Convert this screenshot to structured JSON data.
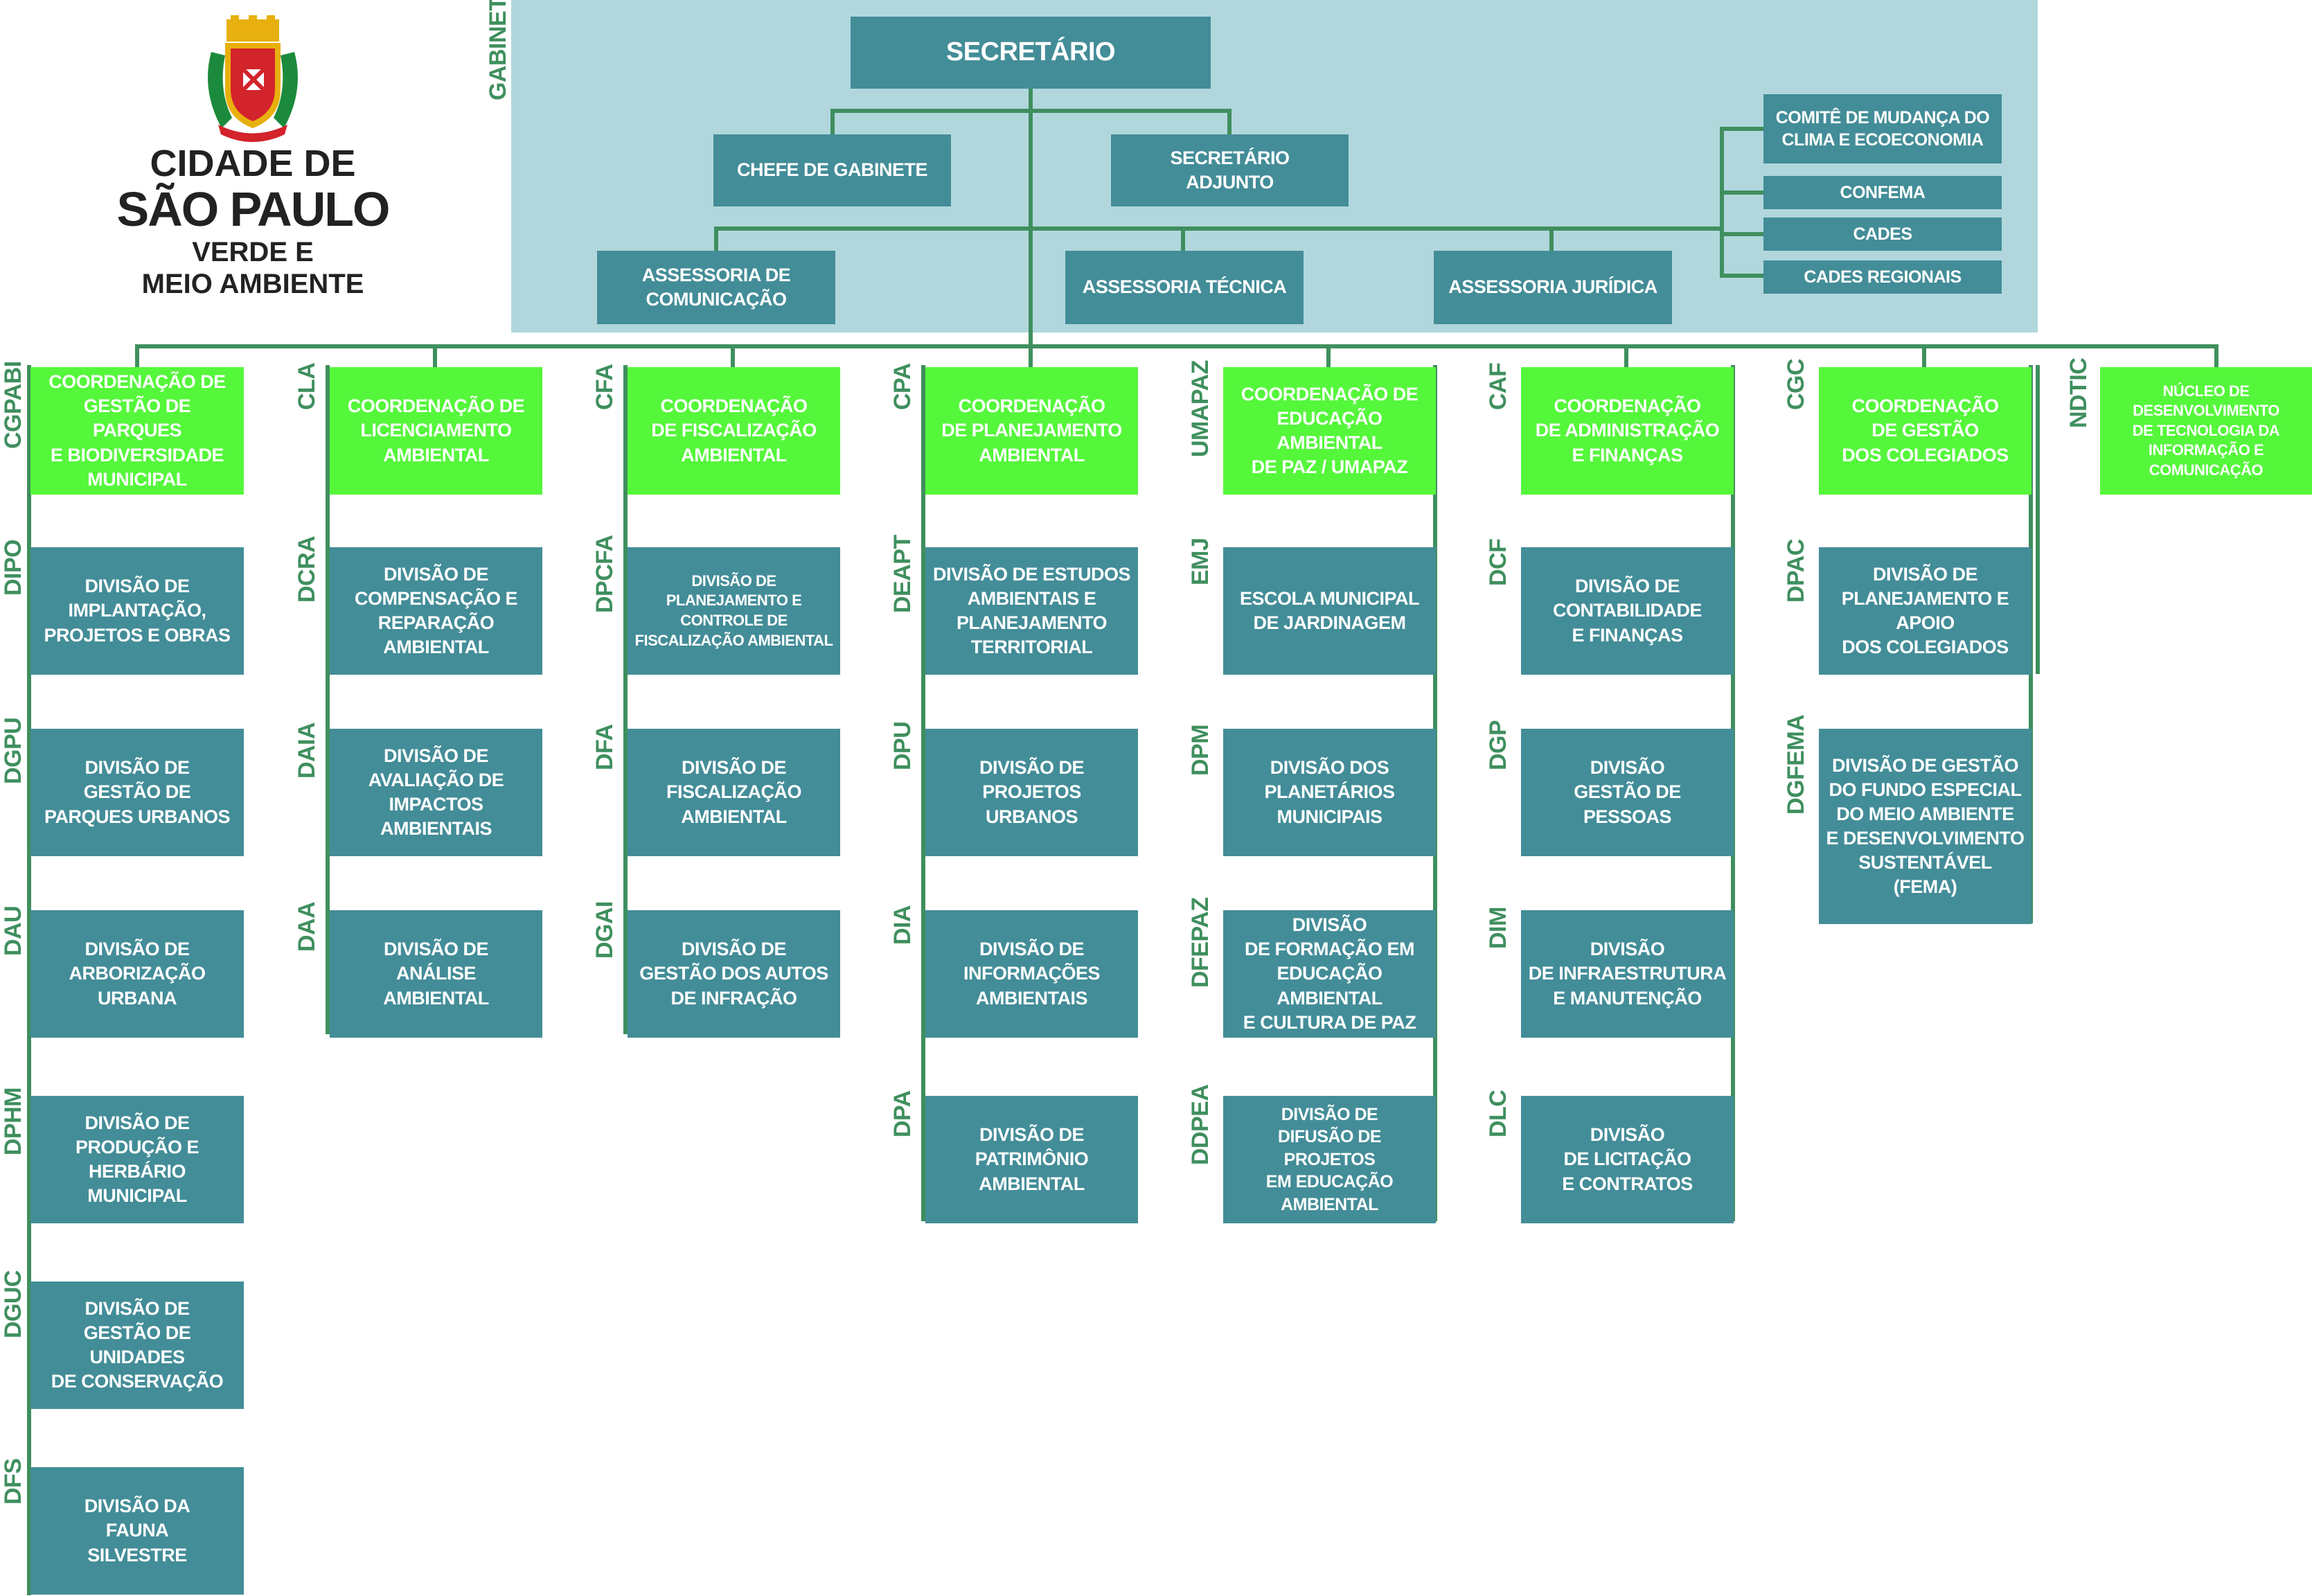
{
  "logo": {
    "line1": "CIDADE DE",
    "line2": "SÃO PAULO",
    "line3": "VERDE E",
    "line4": "MEIO AMBIENTE",
    "crest_icon": "sao-paulo-coat-of-arms-icon",
    "colors": {
      "red": "#d3232b",
      "gold": "#e8b00e",
      "green": "#1c8a3c"
    }
  },
  "colors": {
    "teal": "#438d98",
    "green": "#55f73b",
    "line": "#3f8f5e",
    "cabinet_bg": "#b1d7dd"
  },
  "gabinete": {
    "label": "GABINETE",
    "secretario": "SECRETÁRIO",
    "chefe": "CHEFE DE GABINETE",
    "adjunto": "SECRETÁRIO\nADJUNTO",
    "comunicacao": "ASSESSORIA DE\nCOMUNICAÇÃO",
    "tecnica": "ASSESSORIA TÉCNICA",
    "juridica": "ASSESSORIA JURÍDICA",
    "committees": [
      "COMITÊ DE MUDANÇA DO\nCLIMA E ECOECONOMIA",
      "CONFEMA",
      "CADES",
      "CADES REGIONAIS"
    ]
  },
  "columns": [
    {
      "code": "CGPABI",
      "title": "COORDENAÇÃO DE\nGESTÃO DE PARQUES\nE BIODIVERSIDADE\nMUNICIPAL",
      "divisions": [
        {
          "code": "DIPO",
          "label": "DIVISÃO DE\nIMPLANTAÇÃO,\nPROJETOS E OBRAS"
        },
        {
          "code": "DGPU",
          "label": "DIVISÃO DE\nGESTÃO DE\nPARQUES URBANOS"
        },
        {
          "code": "DAU",
          "label": "DIVISÃO DE\nARBORIZAÇÃO\nURBANA"
        },
        {
          "code": "DPHM",
          "label": "DIVISÃO DE\nPRODUÇÃO E\nHERBÁRIO MUNICIPAL"
        },
        {
          "code": "DGUC",
          "label": "DIVISÃO DE\nGESTÃO DE UNIDADES\nDE CONSERVAÇÃO"
        },
        {
          "code": "DFS",
          "label": "DIVISÃO DA\nFAUNA\nSILVESTRE"
        }
      ]
    },
    {
      "code": "CLA",
      "title": "COORDENAÇÃO DE\nLICENCIAMENTO\nAMBIENTAL",
      "divisions": [
        {
          "code": "DCRA",
          "label": "DIVISÃO DE\nCOMPENSAÇÃO E\nREPARAÇÃO AMBIENTAL"
        },
        {
          "code": "DAIA",
          "label": "DIVISÃO DE\nAVALIAÇÃO DE\nIMPACTOS AMBIENTAIS"
        },
        {
          "code": "DAA",
          "label": "DIVISÃO DE\nANÁLISE\nAMBIENTAL"
        }
      ]
    },
    {
      "code": "CFA",
      "title": "COORDENAÇÃO\nDE FISCALIZAÇÃO\nAMBIENTAL",
      "divisions": [
        {
          "code": "DPCFA",
          "label": "DIVISÃO DE\nPLANEJAMENTO E\nCONTROLE DE\nFISCALIZAÇÃO AMBIENTAL"
        },
        {
          "code": "DFA",
          "label": "DIVISÃO DE\nFISCALIZAÇÃO\nAMBIENTAL"
        },
        {
          "code": "DGAI",
          "label": "DIVISÃO DE\nGESTÃO DOS AUTOS\nDE INFRAÇÃO"
        }
      ]
    },
    {
      "code": "CPA",
      "title": "COORDENAÇÃO\nDE PLANEJAMENTO\nAMBIENTAL",
      "divisions": [
        {
          "code": "DEAPT",
          "label": "DIVISÃO DE ESTUDOS\nAMBIENTAIS E\nPLANEJAMENTO\nTERRITORIAL"
        },
        {
          "code": "DPU",
          "label": "DIVISÃO DE\nPROJETOS\nURBANOS"
        },
        {
          "code": "DIA",
          "label": "DIVISÃO DE\nINFORMAÇÕES\nAMBIENTAIS"
        },
        {
          "code": "DPA",
          "label": "DIVISÃO DE\nPATRIMÔNIO\nAMBIENTAL"
        }
      ]
    },
    {
      "code": "UMAPAZ",
      "title": "COORDENAÇÃO DE\nEDUCAÇÃO AMBIENTAL\nDE PAZ / UMAPAZ",
      "divisions": [
        {
          "code": "EMJ",
          "label": "ESCOLA MUNICIPAL\nDE JARDINAGEM"
        },
        {
          "code": "DPM",
          "label": "DIVISÃO DOS\nPLANETÁRIOS\nMUNICIPAIS"
        },
        {
          "code": "DFEPAZ",
          "label": "DIVISÃO\nDE FORMAÇÃO EM\nEDUCAÇÃO AMBIENTAL\nE CULTURA DE PAZ"
        },
        {
          "code": "DDPEA",
          "label": "DIVISÃO DE\nDIFUSÃO DE PROJETOS\nEM EDUCAÇÃO AMBIENTAL"
        }
      ]
    },
    {
      "code": "CAF",
      "title": "COORDENAÇÃO\nDE ADMINISTRAÇÃO\nE FINANÇAS",
      "divisions": [
        {
          "code": "DCF",
          "label": "DIVISÃO DE\nCONTABILIDADE\nE FINANÇAS"
        },
        {
          "code": "DGP",
          "label": "DIVISÃO\nGESTÃO DE\nPESSOAS"
        },
        {
          "code": "DIM",
          "label": "DIVISÃO\nDE INFRAESTRUTURA\nE MANUTENÇÃO"
        },
        {
          "code": "DLC",
          "label": "DIVISÃO\nDE LICITAÇÃO\nE CONTRATOS"
        }
      ]
    },
    {
      "code": "CGC",
      "title": "COORDENAÇÃO\nDE GESTÃO\nDOS COLEGIADOS",
      "divisions": [
        {
          "code": "DPAC",
          "label": "DIVISÃO DE\nPLANEJAMENTO E APOIO\nDOS COLEGIADOS"
        },
        {
          "code": "DGFEMA",
          "label": "DIVISÃO DE GESTÃO\nDO FUNDO ESPECIAL\nDO MEIO AMBIENTE\nE DESENVOLVIMENTO\nSUSTENTÁVEL\n(FEMA)"
        }
      ]
    },
    {
      "code": "NDTIC",
      "title": "NÚCLEO DE DESENVOLVIMENTO\nDE TECNOLOGIA DA\nINFORMAÇÃO E COMUNICAÇÃO",
      "divisions": []
    }
  ]
}
